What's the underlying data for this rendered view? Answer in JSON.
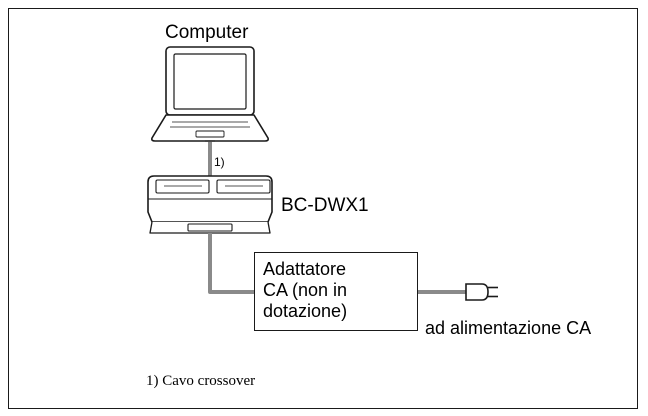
{
  "diagram": {
    "labels": {
      "computer": "Computer",
      "cable_marker": "1)",
      "dock": "BC-DWX1",
      "adapter_lines": [
        "Adattatore",
        "CA (non in",
        "dotazione)"
      ],
      "power": "ad alimentazione CA"
    },
    "footnote": "1) Cavo crossover",
    "colors": {
      "line": "#1a1a1a",
      "cable": "#8a8a8a",
      "background": "#ffffff"
    },
    "icons": [
      "laptop-icon",
      "charger-dock-icon",
      "power-plug-icon"
    ]
  }
}
